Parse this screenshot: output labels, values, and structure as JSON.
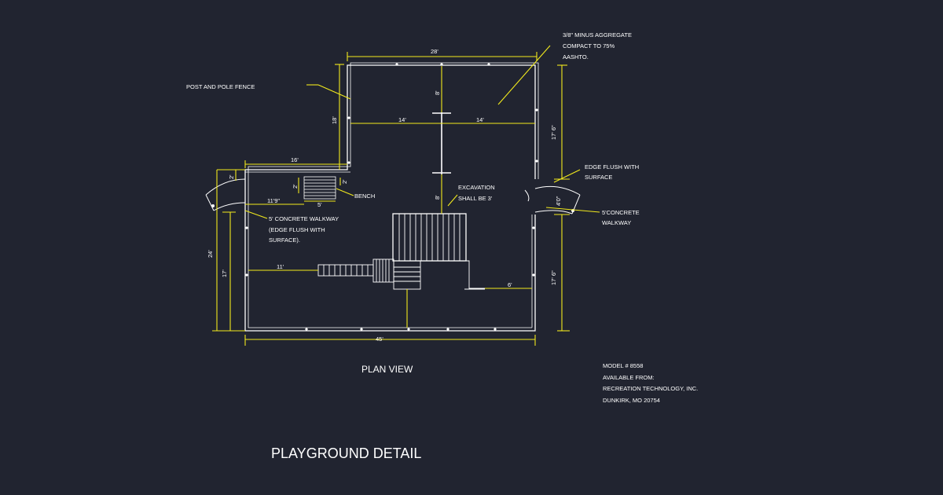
{
  "colors": {
    "background": "#212430",
    "linework": "#ffffff",
    "dimensions": "#f2ea1d"
  },
  "notes": {
    "aggregate": [
      "3/8\" MINUS AGGREGATE",
      "COMPACT TO 75%",
      "AASHTO."
    ],
    "fence": "POST AND POLE FENCE",
    "bench": "BENCH",
    "excavation": [
      "EXCAVATION",
      "SHALL BE 3'"
    ],
    "edge_flush": [
      "EDGE FLUSH WITH",
      "SURFACE"
    ],
    "concrete_right": [
      "5'CONCRETE",
      "WALKWAY"
    ],
    "walkway_left": [
      "5' CONCRETE WALKWAY",
      "(EDGE FLUSH WITH",
      "SURFACE)."
    ]
  },
  "dimensions": {
    "top": "28'",
    "upper_left_height": "18'",
    "center_left": "14'",
    "center_right": "14'",
    "center_vertical_upper": "8'",
    "center_vertical_lower": "8'",
    "right_upper": "17' 6\"",
    "right_lower": "17' 6\"",
    "right_gap": "4'0\"",
    "left_ledge": "16'",
    "small_2_a": "2'",
    "small_2_b": "2'",
    "small_2_c": "2'",
    "bench_width": "5'",
    "walk_11_9": "11'9\"",
    "left_total": "24'",
    "left_segment": "17'",
    "middle_left": "11'",
    "middle_right": "6'",
    "bottom": "45'"
  },
  "labels": {
    "plan_view": "PLAN VIEW",
    "title": "PLAYGROUND DETAIL"
  },
  "model_info": [
    "MODEL # 8558",
    "AVAILABLE FROM:",
    "RECREATION TECHNOLOGY, INC.",
    "DUNKIRK, MO 20754"
  ]
}
